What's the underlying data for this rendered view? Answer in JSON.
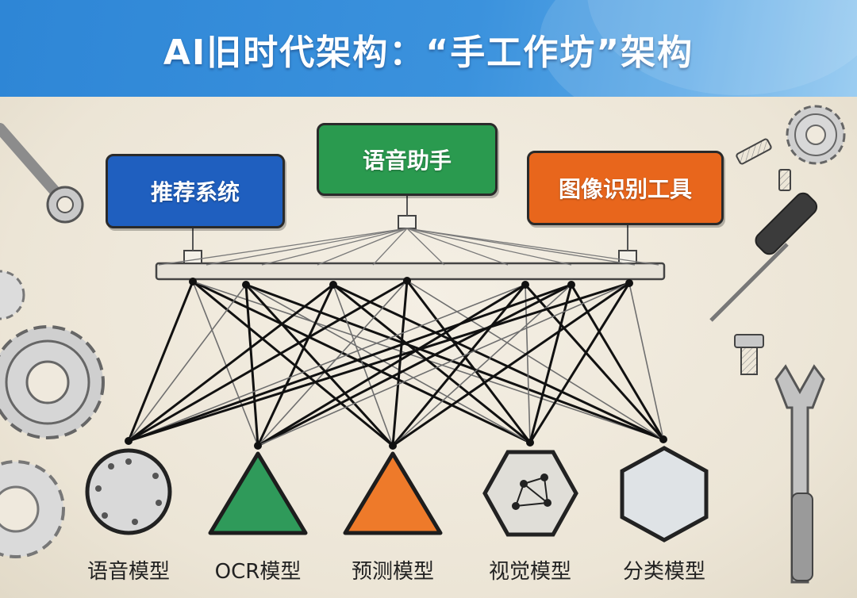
{
  "header": {
    "title": "AI旧时代架构：“手工作坊”架构",
    "background": "#3a8fdb"
  },
  "applications": [
    {
      "label": "推荐系统",
      "color": "#1f5fbf"
    },
    {
      "label": "语音助手",
      "color": "#2a9a4f"
    },
    {
      "label": "图像识别工具",
      "color": "#e8661c"
    }
  ],
  "models": [
    {
      "label": "语音模型",
      "shape": "circle-bolted",
      "color": "#d9d9d9"
    },
    {
      "label": "OCR模型",
      "shape": "triangle",
      "color": "#2f9a5a"
    },
    {
      "label": "预测模型",
      "shape": "triangle",
      "color": "#ee7a2a"
    },
    {
      "label": "视觉模型",
      "shape": "hexagon-network",
      "color": "#e0ded8"
    },
    {
      "label": "分类模型",
      "shape": "hexagon",
      "color": "#dfe3e6"
    }
  ],
  "decorations": [
    "wrench-icon",
    "gear-icon",
    "screw-icon",
    "screwdriver-icon",
    "bolt-icon",
    "open-wrench-icon"
  ]
}
